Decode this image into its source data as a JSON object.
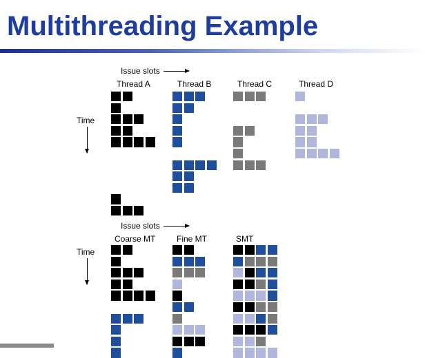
{
  "slide": {
    "title": "Multithreading Example"
  },
  "colors": {
    "thread_a": "#000000",
    "thread_b": "#1f4e9c",
    "thread_c": "#7a7a7a",
    "thread_d": "#b0b6dc",
    "title": "#1f3da0"
  },
  "top_panel": {
    "issue_slots_label": "Issue slots",
    "time_label": "Time",
    "threads": [
      {
        "label": "Thread A",
        "color": "#000000",
        "rows": [
          "11",
          "1",
          "111",
          "11",
          "1111",
          "",
          "",
          "",
          "",
          "1",
          "111"
        ]
      },
      {
        "label": "Thread B",
        "color": "#1f4e9c",
        "rows": [
          "111",
          "11",
          "1",
          "1",
          "1",
          "",
          "1111",
          "11",
          "11"
        ]
      },
      {
        "label": "Thread C",
        "color": "#7a7a7a",
        "rows": [
          "111",
          "",
          "",
          "11",
          "1",
          "1",
          "111"
        ]
      },
      {
        "label": "Thread D",
        "color": "#b0b6dc",
        "rows": [
          "1",
          "",
          "111",
          "11",
          "11",
          "1111"
        ]
      }
    ]
  },
  "bottom_panel": {
    "issue_slots_label": "Issue slots",
    "time_label": "Time",
    "schemes": [
      {
        "label": "Coarse MT",
        "rows": [
          "AA",
          "A",
          "AAA",
          "AA",
          "AAAA",
          "",
          "BBB",
          "B",
          "B",
          "B"
        ]
      },
      {
        "label": "Fine MT",
        "rows": [
          "AA",
          "BBB",
          "CCC",
          "D",
          "A",
          "BB",
          "C",
          "DDD",
          "AAA",
          "B"
        ]
      },
      {
        "label": "SMT",
        "rows": [
          "AABB",
          "BCCC",
          "DABB",
          "AACB",
          "DDDB",
          "AACC",
          "DDBC",
          "AAAB",
          "DDC",
          "DDDD"
        ]
      }
    ]
  }
}
